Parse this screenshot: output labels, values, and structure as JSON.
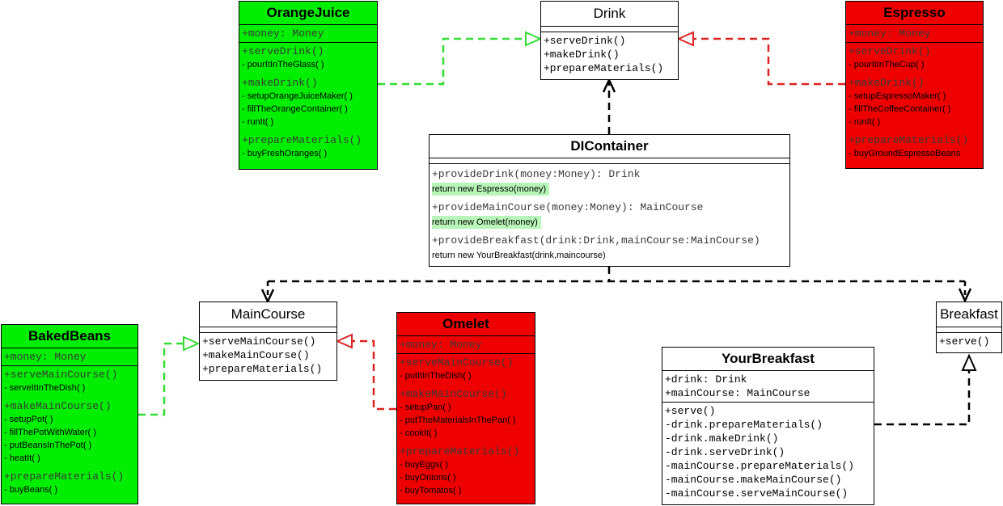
{
  "drink": {
    "name": "Drink",
    "operations": [
      "+serveDrink()",
      "+makeDrink()",
      "+prepareMaterials()"
    ]
  },
  "orange_juice": {
    "name": "OrangeJuice",
    "attribute": "+money: Money",
    "serve_op": "+serveDrink()",
    "serve_steps": [
      "- pourItInTheGlass( )"
    ],
    "make_op": "+makeDrink()",
    "make_steps": [
      "- setupOrangeJuiceMaker( )",
      "- fillTheOrangeContainer( )",
      "- runIt( )"
    ],
    "prepare_op": "+prepareMaterials()",
    "prepare_steps": [
      "- buyFreshOranges( )"
    ]
  },
  "espresso": {
    "name": "Espresso",
    "attribute": "+money: Money",
    "serve_op": "+serveDrink()",
    "serve_steps": [
      "- pourItInTheCup( )"
    ],
    "make_op": "+makeDrink()",
    "make_steps": [
      "- setupEspressoMaker( )",
      "- fillTheCoffeeContainer( )",
      "- runIt( )"
    ],
    "prepare_op": "+prepareMaterials()",
    "prepare_steps": [
      "- buyGroundEspressoBeans"
    ]
  },
  "di_container": {
    "name": "DIContainer",
    "methods": [
      {
        "signature": "+provideDrink(money:Money): Drink",
        "body": "return new Espresso(money)"
      },
      {
        "signature": "+provideMainCourse(money:Money): MainCourse",
        "body": "return new Omelet(money)"
      },
      {
        "signature": "+provideBreakfast(drink:Drink,mainCourse:MainCourse)",
        "body": "return new YourBreakfast(drink,maincourse)"
      }
    ]
  },
  "main_course": {
    "name": "MainCourse",
    "operations": [
      "+serveMainCourse()",
      "+makeMainCourse()",
      "+prepareMaterials()"
    ]
  },
  "baked_beans": {
    "name": "BakedBeans",
    "attribute": "+money: Money",
    "serve_op": "+serveMainCourse()",
    "serve_steps": [
      "- serveItInTheDish( )"
    ],
    "make_op": "+makeMainCourse()",
    "make_steps": [
      "- setupPot( )",
      "- fillThePotWithWater( )",
      "- putBeansInThePot( )",
      "- heatIt( )"
    ],
    "prepare_op": "+prepareMaterials()",
    "prepare_steps": [
      "- buyBeans( )"
    ]
  },
  "omelet": {
    "name": "Omelet",
    "attribute": "+money: Money",
    "serve_op": "+serveMainCourse()",
    "serve_steps": [
      "- putItInTheDish( )"
    ],
    "make_op": "+makeMainCourse()",
    "make_steps": [
      "- setupPan( )",
      "- putTheMaterialsInThePan( )",
      "- cookIt( )"
    ],
    "prepare_op": "+prepareMaterials()",
    "prepare_steps": [
      "- buyEggs( )",
      "- buyOnions( )",
      "- buyTomatos( )"
    ]
  },
  "breakfast": {
    "name": "Breakfast",
    "operations": [
      "+serve()"
    ]
  },
  "your_breakfast": {
    "name": "YourBreakfast",
    "attributes": [
      "+drink: Drink",
      "+mainCourse: MainCourse"
    ],
    "operations": [
      "+serve()",
      "-drink.prepareMaterials()",
      "-drink.makeDrink()",
      "-drink.serveDrink()",
      "-mainCourse.prepareMaterials()",
      "-mainCourse.makeMainCourse()",
      "-mainCourse.serveMainCourse()"
    ]
  },
  "colors": {
    "green_class": "#00ee00",
    "red_class": "#ee0000",
    "green_connector": "#33dd33",
    "red_connector": "#dd2222",
    "dependency_connector": "#000000",
    "highlight": "#b8f5b8"
  }
}
